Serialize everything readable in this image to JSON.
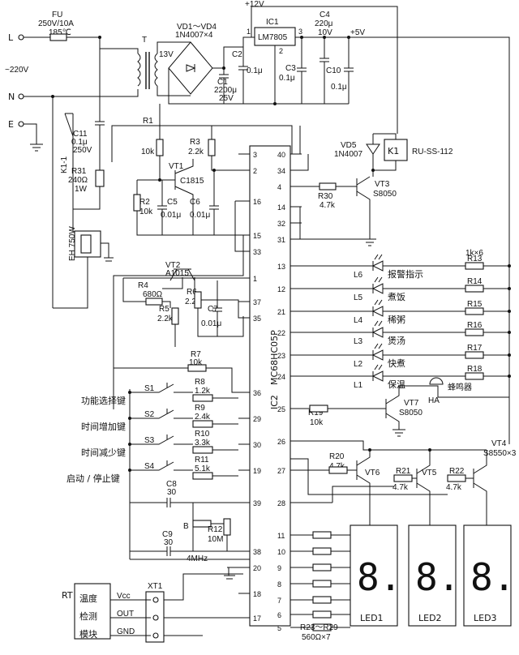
{
  "power": {
    "L": "L",
    "N": "N",
    "E": "E",
    "mains": "~220V",
    "fuse": [
      "FU",
      "250V/10A",
      "185℃"
    ],
    "transformer": "T",
    "secondary": "13V",
    "bridge": [
      "VD1～VD4",
      "1N4007×4"
    ],
    "c1": [
      "C1",
      "2200μ",
      "25V"
    ],
    "c2": [
      "C2",
      "0.1μ"
    ],
    "ic1": [
      "IC1",
      "LM7805"
    ],
    "ic1_pins": [
      "1",
      "2",
      "3"
    ],
    "c3": [
      "C3",
      "0.1μ"
    ],
    "c4": [
      "C4",
      "220μ",
      "10V"
    ],
    "c10": [
      "C10",
      "0.1μ"
    ],
    "v12": "+12V",
    "v5": "+5V"
  },
  "heater": {
    "c11": [
      "C11",
      "0.1μ",
      "250V"
    ],
    "r31": [
      "R31",
      "240Ω",
      "1W"
    ],
    "relay_contact": "K1-1",
    "heater": "EH 750W"
  },
  "relay": {
    "vd5": [
      "VD5",
      "1N4007"
    ],
    "k1": "K1",
    "k1_model": "RU-SS-112",
    "r30": [
      "R30",
      "4.7k"
    ],
    "vt3": [
      "VT3",
      "S8050"
    ]
  },
  "mcu": {
    "name": "MC68HC05P",
    "ic": "IC2",
    "left_pins": [
      "3",
      "2",
      "16",
      "15",
      "33",
      "1",
      "37",
      "35",
      "36",
      "29",
      "30",
      "19",
      "39",
      "38",
      "20",
      "18",
      "17"
    ],
    "right_pins": [
      "40",
      "34",
      "4",
      "14",
      "32",
      "31",
      "13",
      "12",
      "21",
      "22",
      "23",
      "24",
      "25",
      "26",
      "27",
      "28",
      "11",
      "10",
      "9",
      "8",
      "7",
      "6",
      "5"
    ]
  },
  "osc": {
    "r1": [
      "R1",
      "10k"
    ],
    "r2": [
      "R2",
      "10k"
    ],
    "r3": [
      "R3",
      "2.2k"
    ],
    "vt1": [
      "VT1",
      "C1815"
    ],
    "c5": [
      "C5",
      "0.01μ"
    ],
    "c6": [
      "C6",
      "0.01μ"
    ]
  },
  "reset": {
    "vt2": [
      "VT2",
      "A1015"
    ],
    "r4": [
      "R4",
      "680Ω"
    ],
    "r5": [
      "R5",
      "2.2k"
    ],
    "r6": [
      "R6",
      "2.2k"
    ],
    "c7": [
      "C7",
      "0.01μ"
    ]
  },
  "keys": {
    "r7": [
      "R7",
      "10k"
    ],
    "items": [
      {
        "label": "功能选择键",
        "sw": "S1",
        "r": "R8",
        "rv": "1.2k"
      },
      {
        "label": "时间增加键",
        "sw": "S2",
        "r": "R9",
        "rv": "2.4k"
      },
      {
        "label": "时间减少键",
        "sw": "S3",
        "r": "R10",
        "rv": "3.3k"
      },
      {
        "label": "启动 / 停止键",
        "sw": "S4",
        "r": "R11",
        "rv": "5.1k"
      }
    ]
  },
  "crystal": {
    "c8": [
      "C8",
      "30"
    ],
    "c9": [
      "C9",
      "30"
    ],
    "b": "B",
    "r12": [
      "R12",
      "10M"
    ],
    "freq": "4MHz"
  },
  "leds": {
    "header": "1k×6",
    "items": [
      {
        "led": "L6",
        "label": "报警指示",
        "r": "R13"
      },
      {
        "led": "L5",
        "label": "煮饭",
        "r": "R14"
      },
      {
        "led": "L4",
        "label": "稀粥",
        "r": "R15"
      },
      {
        "led": "L3",
        "label": "煲汤",
        "r": "R16"
      },
      {
        "led": "L2",
        "label": "快煮",
        "r": "R17"
      },
      {
        "led": "L1",
        "label": "保温",
        "r": "R18"
      }
    ]
  },
  "buzzer": {
    "label": "蜂鸣器",
    "ha": "HA",
    "r19": [
      "R19",
      "10k"
    ],
    "vt7": [
      "VT7",
      "S8050"
    ]
  },
  "display": {
    "r20": [
      "R20",
      "4.7k"
    ],
    "r21": [
      "R21",
      "4.7k"
    ],
    "r22": [
      "R22",
      "4.7k"
    ],
    "vt6": "VT6",
    "vt5": "VT5",
    "vt4": "VT4",
    "vt4_model": "S8550×3",
    "seg_res": [
      "R23～R29",
      "560Ω×7"
    ],
    "digits": [
      "LED1",
      "LED2",
      "LED3"
    ],
    "digit_glyph": "8."
  },
  "sensor": {
    "rt": "RT",
    "module": [
      "温度",
      "检测",
      "模块"
    ],
    "pins": [
      "Vcc",
      "OUT",
      "GND"
    ],
    "xt": "XT1"
  }
}
